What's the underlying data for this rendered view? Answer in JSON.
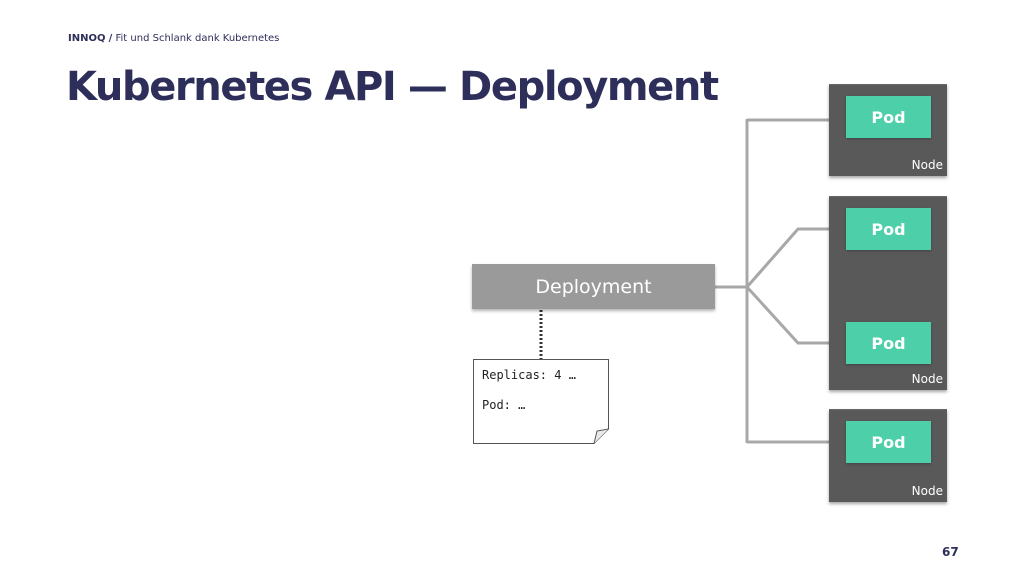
{
  "header": {
    "brand": "INNOQ",
    "separator": "/",
    "subtitle": "Fit und Schlank dank Kubernetes"
  },
  "title": "Kubernetes API — Deployment",
  "deployment": {
    "label": "Deployment"
  },
  "manifest": {
    "lines": [
      "Replicas: 4 …",
      "Pod: …"
    ]
  },
  "nodes": [
    {
      "label": "Node",
      "pods": [
        "Pod"
      ]
    },
    {
      "label": "Node",
      "pods": [
        "Pod",
        "Pod"
      ]
    },
    {
      "label": "Node",
      "pods": [
        "Pod"
      ]
    }
  ],
  "page_number": "67",
  "colors": {
    "title": "#2e2e5a",
    "pod": "#4dd0a9",
    "node": "#595959",
    "deployment": "#9a9a9a",
    "connector": "#a8a8a8"
  }
}
